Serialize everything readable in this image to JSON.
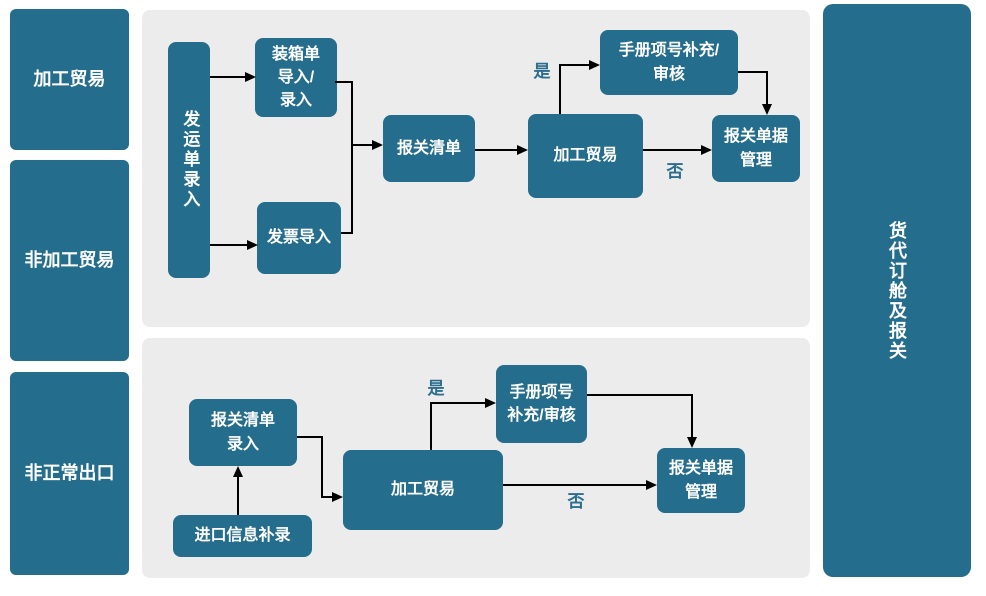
{
  "colors": {
    "node_fill": "#256D8C",
    "node_text": "#FFFFFF",
    "panel_background": "#ECECEC",
    "connector": "#000000",
    "decision_label": "#2B6E8E",
    "page_background": "#FFFFFF"
  },
  "lanes": {
    "left": [
      {
        "label": "加工贸易"
      },
      {
        "label": "非加工贸易"
      },
      {
        "label": "非正常出口"
      }
    ],
    "right": {
      "label": "货代订舱及报关"
    }
  },
  "flow_top": {
    "nodes": {
      "ship_order_entry": "发运单录入",
      "packing_list": "装箱单\n导入/\n录入",
      "invoice_import": "发票导入",
      "declaration_list": "报关清单",
      "processing_trade": "加工贸易",
      "manual_item": "手册项号补充/\n审核",
      "doc_management": "报关单据\n管理"
    },
    "edge_labels": {
      "yes": "是",
      "no": "否"
    }
  },
  "flow_bottom": {
    "nodes": {
      "declaration_list_entry": "报关清单\n录入",
      "import_info_entry": "进口信息补录",
      "processing_trade": "加工贸易",
      "manual_item": "手册项号\n补充/审核",
      "doc_management": "报关单据\n管理"
    },
    "edge_labels": {
      "yes": "是",
      "no": "否"
    }
  }
}
